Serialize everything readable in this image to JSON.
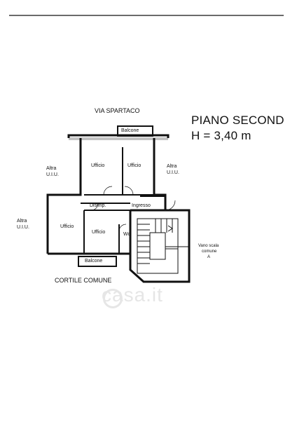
{
  "plan": {
    "street": "VIA SPARTACO",
    "floor_title": "PIANO SECOND",
    "height": "H = 3,40 m",
    "courtyard": "CORTILE COMUNE",
    "balcony_top": "Balcone",
    "balcony_bottom": "Balcone",
    "office_1": "Ufficio",
    "office_2": "Ufficio",
    "office_3": "Ufficio",
    "office_4": "Ufficio",
    "disimpegno": "Disimp.",
    "ingresso": "Ingresso",
    "wc": "Wc",
    "altra_left_top": "Altra",
    "altra_left_top_2": "U.I.U.",
    "altra_left_bottom": "Altra",
    "altra_left_bottom_2": "U.I.U.",
    "altra_right": "Altra",
    "altra_right_2": "U.I.U.",
    "stair_1": "Vano scala",
    "stair_2": "comune",
    "stair_3": "A"
  },
  "watermark": {
    "text": "casa.it",
    "color": "#e6e6e6"
  },
  "colors": {
    "wall": "#111111",
    "paper": "#ffffff"
  }
}
